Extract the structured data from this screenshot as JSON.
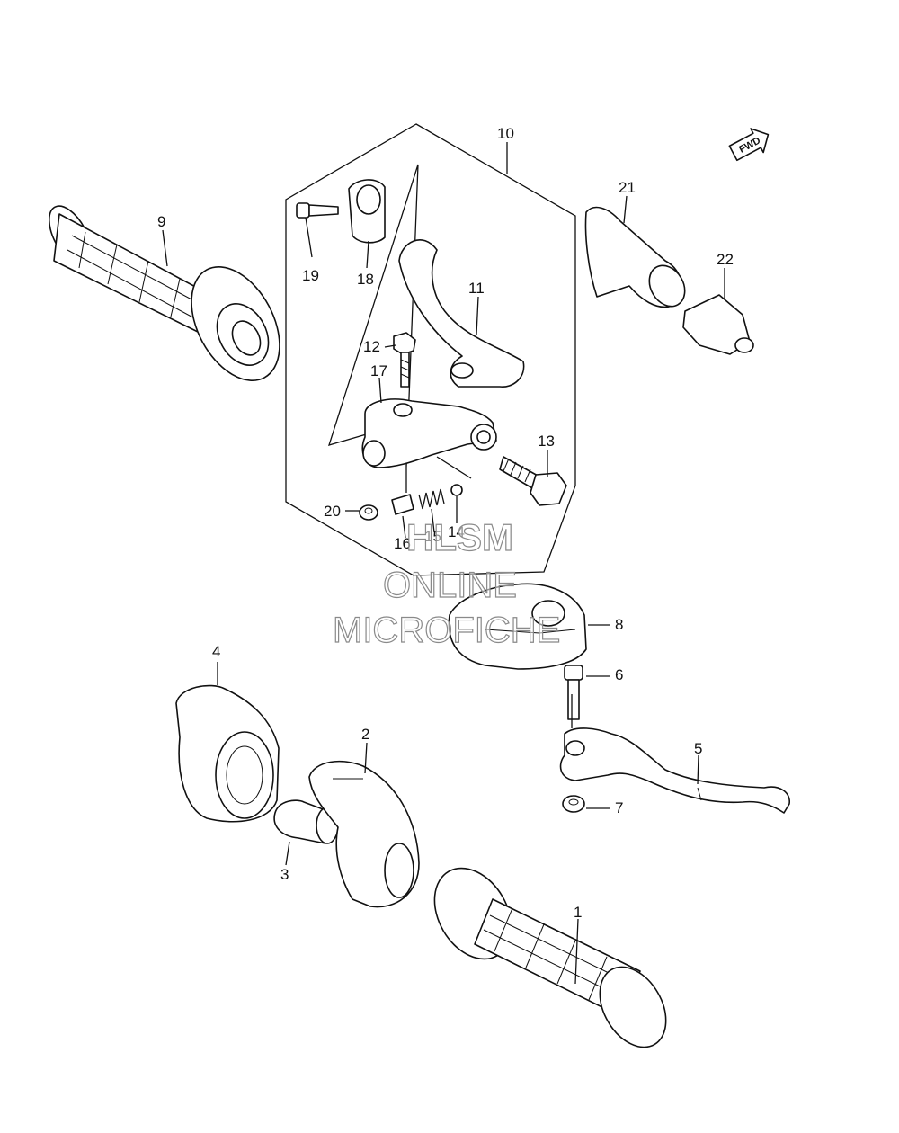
{
  "diagram": {
    "direction_badge": "FWD",
    "watermark": {
      "line1": "HLSM",
      "line2": "ONLINE",
      "line3": "MICROFICHE"
    },
    "callouts": [
      {
        "id": "c1",
        "label": "1"
      },
      {
        "id": "c2",
        "label": "2"
      },
      {
        "id": "c3",
        "label": "3"
      },
      {
        "id": "c4",
        "label": "4"
      },
      {
        "id": "c5",
        "label": "5"
      },
      {
        "id": "c6",
        "label": "6"
      },
      {
        "id": "c7",
        "label": "7"
      },
      {
        "id": "c8",
        "label": "8"
      },
      {
        "id": "c9",
        "label": "9"
      },
      {
        "id": "c10",
        "label": "10"
      },
      {
        "id": "c11",
        "label": "11"
      },
      {
        "id": "c12",
        "label": "12"
      },
      {
        "id": "c13",
        "label": "13"
      },
      {
        "id": "c14",
        "label": "14"
      },
      {
        "id": "c15",
        "label": "15"
      },
      {
        "id": "c16",
        "label": "16"
      },
      {
        "id": "c17",
        "label": "17"
      },
      {
        "id": "c18",
        "label": "18"
      },
      {
        "id": "c19",
        "label": "19"
      },
      {
        "id": "c20",
        "label": "20"
      },
      {
        "id": "c21",
        "label": "21"
      },
      {
        "id": "c22",
        "label": "22"
      }
    ]
  }
}
